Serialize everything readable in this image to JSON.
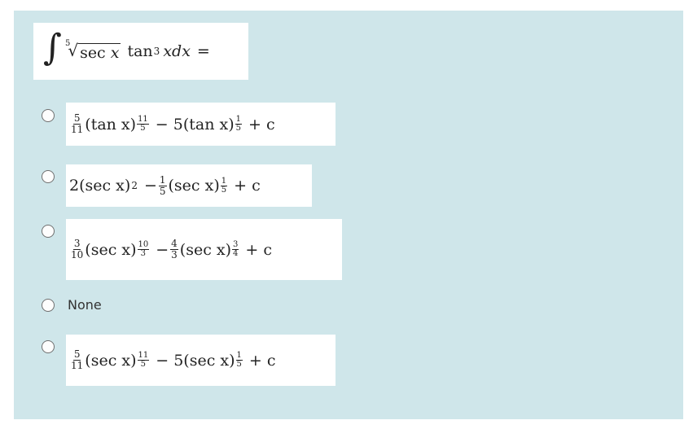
{
  "question": {
    "integral": "∫",
    "root_index": "5",
    "radicand_fn": "sec",
    "radicand_var": "x",
    "tan_fn": "tan",
    "tan_exp": "3",
    "tail": "xdx =",
    "tail_var": "x",
    "tail_d": "d",
    "tail_x": "x",
    "equals": "="
  },
  "options": [
    {
      "id": "a",
      "coef_num": "5",
      "coef_den": "11",
      "fn1": "(tan x)",
      "exp1_num": "11",
      "exp1_den": "5",
      "mid": "− 5(tan x)",
      "exp2_num": "1",
      "exp2_den": "5",
      "end": "+ c"
    },
    {
      "id": "b",
      "lead": "2(sec x)",
      "exp1": "2",
      "minus": "−",
      "coef_num": "1",
      "coef_den": "5",
      "fn2": "(sec x)",
      "exp2_num": "1",
      "exp2_den": "5",
      "end": "+ c"
    },
    {
      "id": "c",
      "coef_num": "3",
      "coef_den": "10",
      "fn1": "(sec x)",
      "exp1_num": "10",
      "exp1_den": "3",
      "minus": "−",
      "coef2_num": "4",
      "coef2_den": "3",
      "fn2": "(sec x)",
      "exp2_num": "3",
      "exp2_den": "4",
      "end": "+ c"
    },
    {
      "id": "d",
      "label": "None"
    },
    {
      "id": "e",
      "coef_num": "5",
      "coef_den": "11",
      "fn1": "(sec x)",
      "exp1_num": "11",
      "exp1_den": "5",
      "mid": "− 5(sec x)",
      "exp2_num": "1",
      "exp2_den": "5",
      "end": "+ c"
    }
  ]
}
